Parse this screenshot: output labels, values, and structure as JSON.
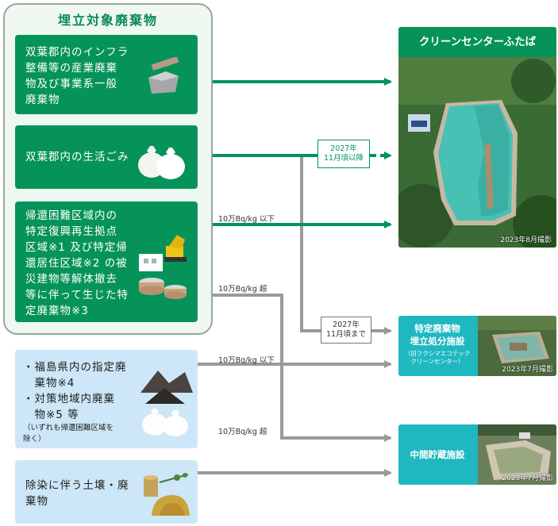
{
  "group": {
    "title": "埋立対象廃棄物"
  },
  "sources": {
    "s1": [
      "双葉郡内のインフラ",
      "整備等の産業廃棄",
      "物及び事業系一般",
      "廃棄物"
    ],
    "s2": [
      "双葉郡内の生活ごみ"
    ],
    "s3": [
      "帰還困難区域内の",
      "特定復興再生拠点",
      "区域※1 及び特定帰",
      "還居住区域※2 の被",
      "災建物等解体撤去",
      "等に伴って生じた特",
      "定廃棄物※3"
    ],
    "s4": [
      "・福島県内の指定廃",
      "　棄物※4",
      "・対策地域内廃棄",
      "　物※5 等",
      "（いずれも帰還困難区域を",
      "除く）"
    ],
    "s5": [
      "除染に伴う土壌・廃",
      "棄物"
    ]
  },
  "destinations": {
    "d1": {
      "title": "クリーンセンターふたば",
      "caption": "2023年8月撮影"
    },
    "d2": {
      "title_lines": [
        "特定廃棄物",
        "埋立処分施設"
      ],
      "sub_lines": [
        "（旧フクシマエコテック",
        "クリーンセンター）"
      ],
      "caption": "2023年7月撮影"
    },
    "d3": {
      "title": "中間貯蔵施設",
      "caption": "2023年7月撮影"
    }
  },
  "flow_labels": {
    "f1": "10万Bq/kg 以下",
    "f2": "10万Bq/kg 超",
    "f3": "10万Bq/kg 以下",
    "f4": "10万Bq/kg 超"
  },
  "callouts": {
    "c1": [
      "2027年",
      "11月頃以降"
    ],
    "c2": [
      "2027年",
      "11月頃まで"
    ]
  },
  "colors": {
    "green": "#06935a",
    "teal": "#1fb8c1",
    "light_blue": "#cde7f8",
    "arrow_gray": "#9a9a9a"
  },
  "icons": [
    "stone-slab-icon",
    "garbage-bags-icon",
    "excavator-icon",
    "waste-pile-icon",
    "soil-drum-icon"
  ]
}
